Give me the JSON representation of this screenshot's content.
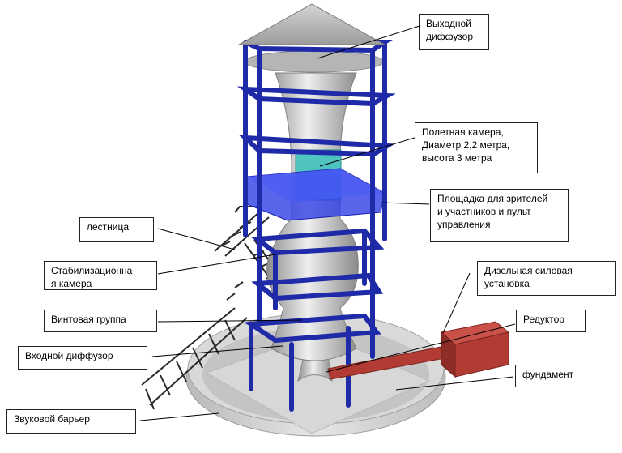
{
  "colors": {
    "frame": "#1e2aa8",
    "platform": "#2f3ee6",
    "body": "#c9c9c9",
    "flight_chamber": "#4fc3c0",
    "reducer": "#b23b33",
    "stairs": "#3a3a3a",
    "background": "#ffffff"
  },
  "labels": {
    "outlet_diffuser": "Выходной\nдиффузор",
    "flight_chamber": "Полетная камера,\nДиаметр 2,2 метра,\nвысота 3 метра",
    "platform": "Площадка для зрителей\nи участников и пульт\nуправления",
    "ladder": "лестница",
    "stabilization_chamber": "Стабилизационна\nя камера",
    "diesel_unit": "Дизельная силовая\nустановка",
    "propeller_group": "Винтовая группа",
    "reducer": "Редуктор",
    "inlet_diffuser": "Входной диффузор",
    "foundation": "фундамент",
    "sound_barrier": "Звуковой барьер"
  }
}
